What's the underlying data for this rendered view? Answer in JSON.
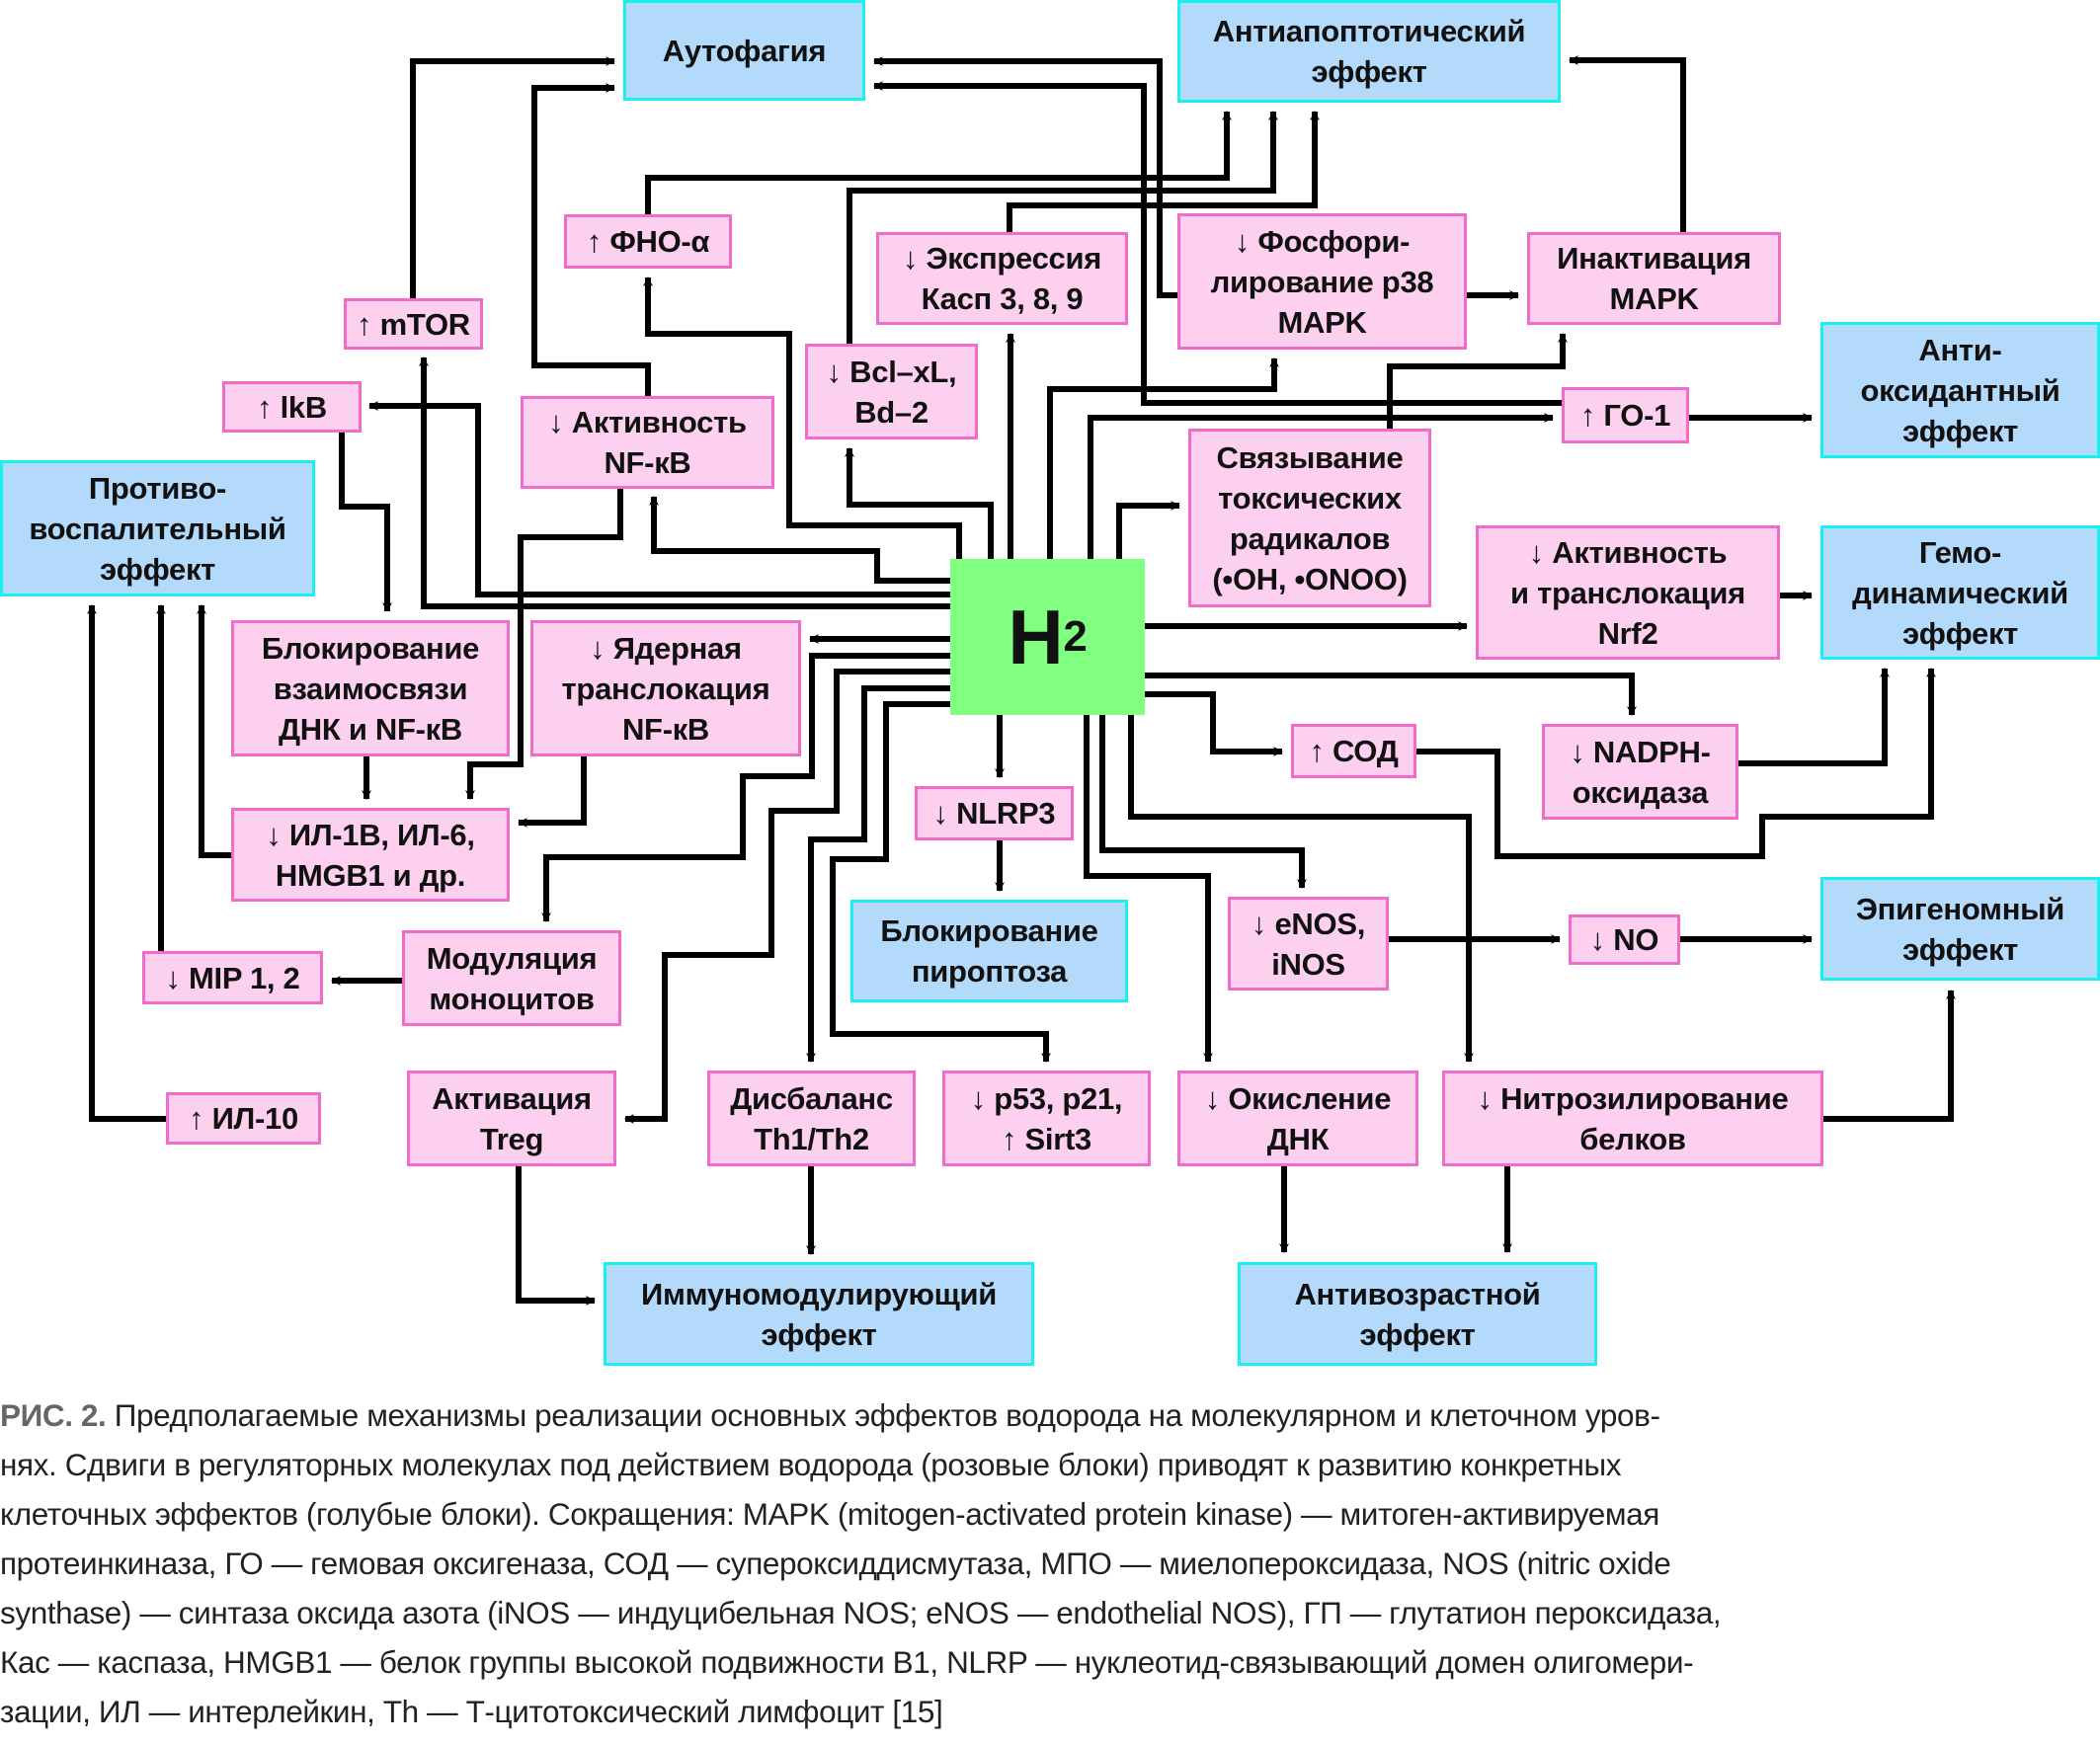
{
  "figure": {
    "center_node": {
      "main": "H",
      "sub": "2"
    },
    "nodes": {
      "autophagy": "Аутофагия",
      "antiapoptotic": "Антиапоптотический\nэффект",
      "tnf": "↑ ФНО-α",
      "caspase_expr": "↓ Экспрессия\nКасп 3, 8, 9",
      "p38_phos": "↓ Фосфори-\nлирование p38\nMAPK",
      "mapk_inact": "Инактивация\nMAPK",
      "mtor": "↑ mTOR",
      "ikb": "↑ lkB",
      "bcl": "↓ Bcl–xL,\nBd–2",
      "antioxidant": "Анти-\nоксидантный\nэффект",
      "ho1": "↑ ГО-1",
      "antiinflammatory": "Противо-\nвоспалительный\nэффект",
      "nfkb_activity": "↓ Активность\nNF-кB",
      "radical_binding": "Связывание\nтоксических\nрадикалов\n(•OH, •ONOO)",
      "nrf2": "↓ Активность\nи транслокация\nNrf2",
      "hemodynamic": "Гемо-\nдинамический\nэффект",
      "dna_nfkb_block": "Блокирование\nвзаимосвязи\nДНК и NF-кB",
      "nuclear_transloc": "↓ Ядерная\nтранслокация\nNF-кB",
      "nadph": "↓ NADPH-\nоксидаза",
      "sod": "↑ СОД",
      "nlrp3": "↓ NLRP3",
      "il1b": "↓ ИЛ-1В, ИЛ-6,\nHMGB1 и др.",
      "pyroptosis_block": "Блокирование\nпироптоза",
      "enos": "↓ eNOS,\niNOS",
      "no": "↓ NO",
      "epigenomic": "Эпигеномный\nэффект",
      "mip": "↓ MIP 1, 2",
      "monocyte_mod": "Модуляция\nмоноцитов",
      "il10": "↑ ИЛ-10",
      "treg": "Активация\nTreg",
      "th_imbalance": "Дисбаланс\nTh1/Th2",
      "p53": "↓ p53, p21,\n↑ Sirt3",
      "dna_oxidation": "↓ Окисление\nДНК",
      "nitrosylation": "↓ Нитрозилирование\nбелков",
      "immunomodulating": "Иммуномодулирующий\nэффект",
      "antiaging": "Антивозрастной\nэффект"
    },
    "colors": {
      "regulatory_fill": "#fcd0ee",
      "regulatory_border": "#f06cc8",
      "effect_fill": "#b3d9fb",
      "effect_border": "#19f0f0",
      "center_fill": "#80ff80",
      "line": "#000000"
    }
  },
  "caption": {
    "label": "РИС. 2.",
    "text": " Предполагаемые механизмы реализации основных эффектов водорода на молекулярном и клеточном уров-\nнях. Сдвиги в регуляторных молекулах под действием водорода (розовые блоки) приводят к развитию конкретных\nклеточных эффектов (голубые блоки). Сокращения: MAPK (mitogen-activated protein kinase) — митоген-активируемая\nпротеинкиназа, ГО — гемовая оксигеназа, СОД — супероксиддисмутаза, МПО — миелопероксидаза, NOS (nitric oxide\nsynthase) — синтаза оксида азота (iNOS — индуцибельная NOS; eNOS — endothelial NOS), ГП — глутатион пероксидаза,\nКас — каспаза, HMGB1 — белок группы высокой подвижности B1, NLRP — нуклеотид-связывающий домен олигомери-\nзации, ИЛ — интерлейкин, Th — Т-цитотоксический лимфоцит [15]"
  }
}
